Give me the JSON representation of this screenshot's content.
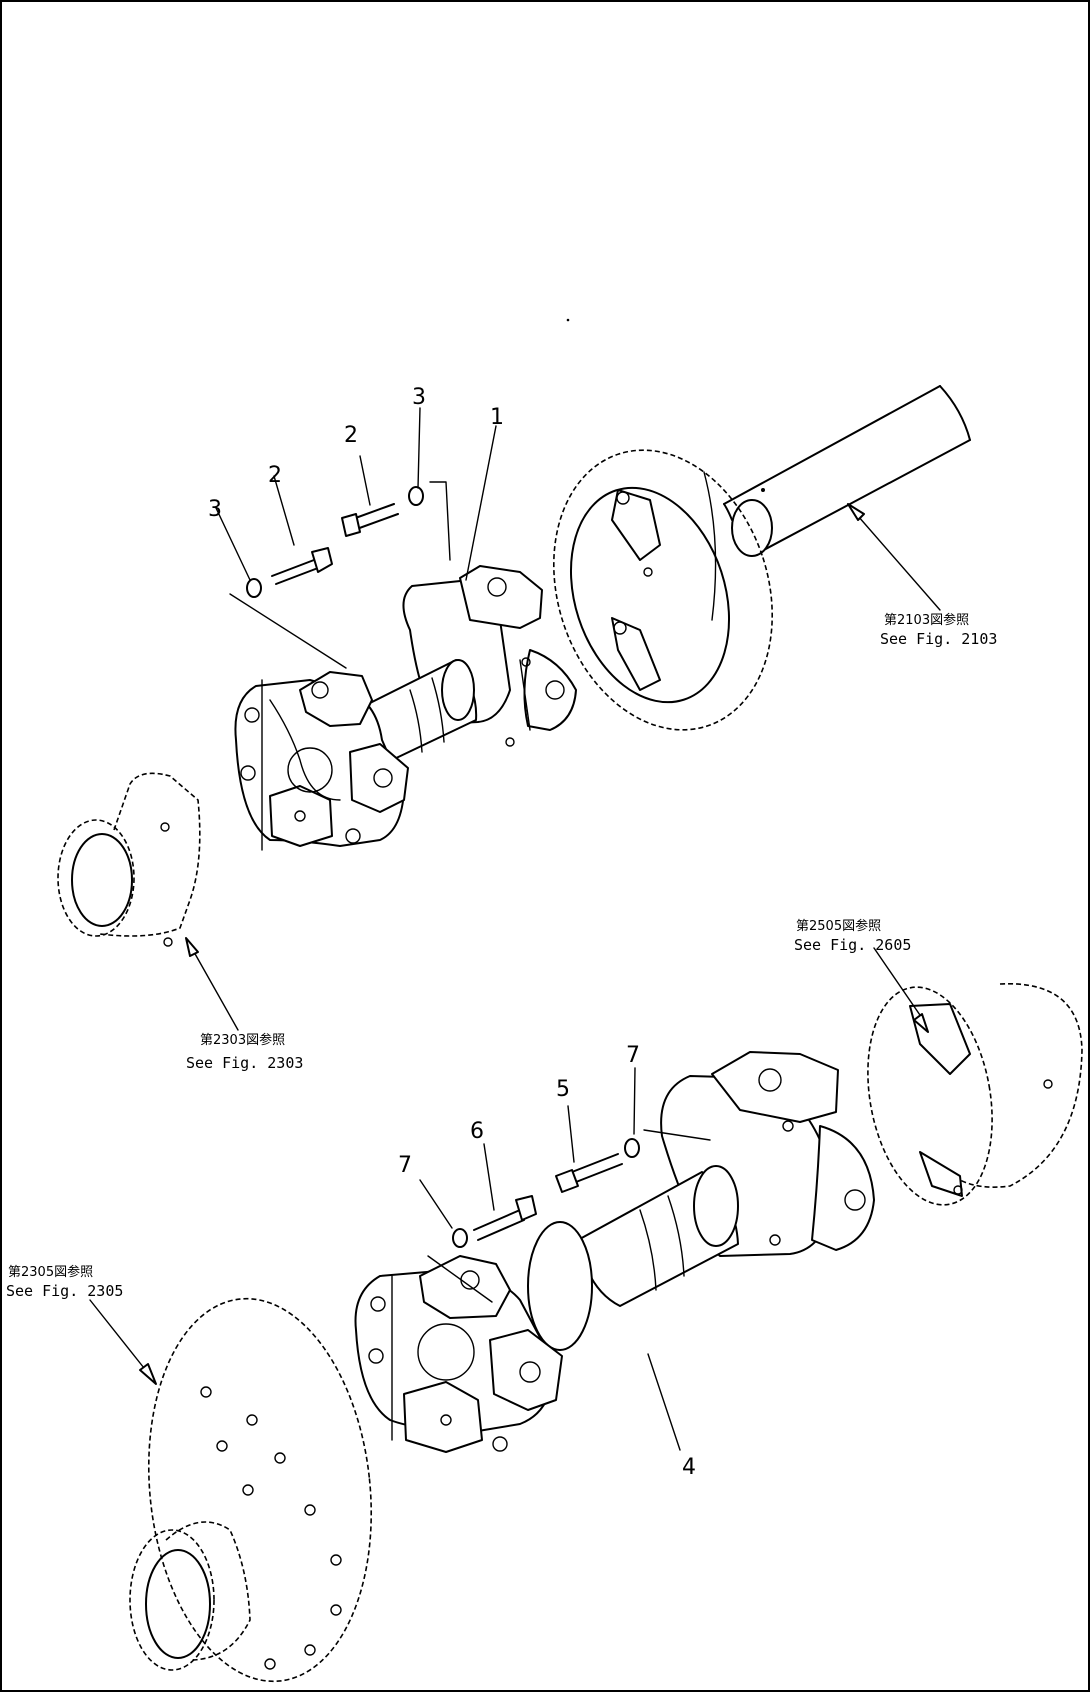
{
  "callouts": {
    "c1": "1",
    "c2a": "2",
    "c2b": "2",
    "c3a": "3",
    "c3b": "3",
    "c4": "4",
    "c5": "5",
    "c6": "6",
    "c7a": "7",
    "c7b": "7"
  },
  "refs": {
    "r2103_jp": "第2103図参照",
    "r2103_en": "See Fig. 2103",
    "r2303_jp": "第2303図参照",
    "r2303_en": "See Fig. 2303",
    "r2505_jp": "第2505図参照",
    "r2505_en": "See Fig. 2605",
    "r2305_jp": "第2305図参照",
    "r2305_en": "See Fig. 2305"
  }
}
